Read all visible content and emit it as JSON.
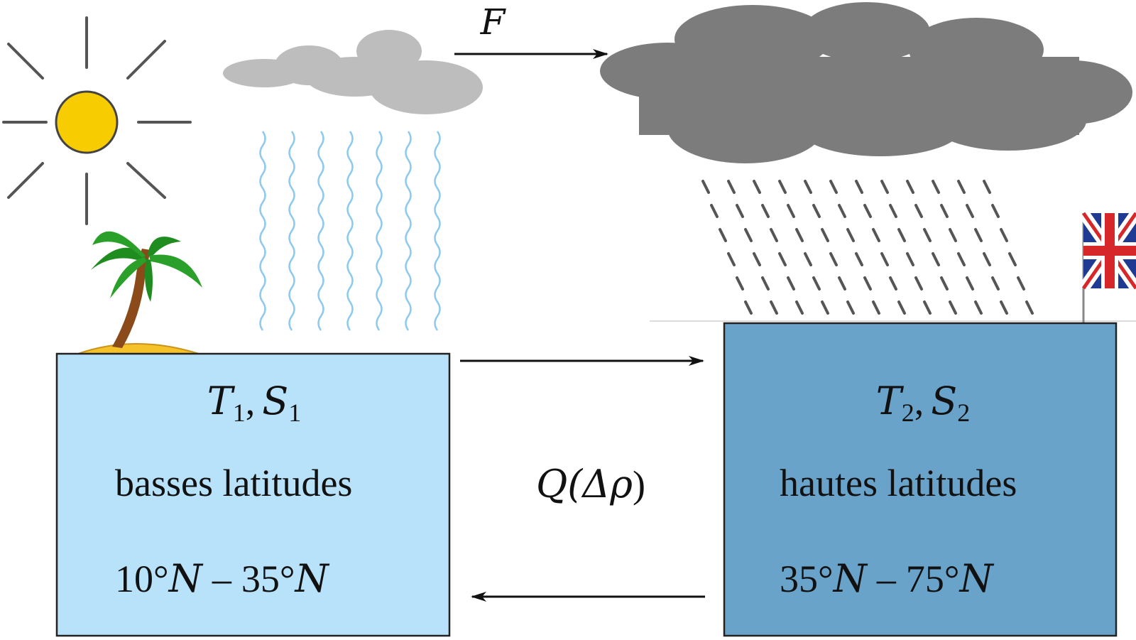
{
  "flux": {
    "top_label": "F",
    "exchange_label_main": "Q(",
    "exchange_label_delta": "Δρ",
    "exchange_label_close": ")"
  },
  "box_low": {
    "T": "T",
    "T_sub": "1",
    "S": "S",
    "S_sub": "1",
    "comma": ",",
    "name": "basses latitudes",
    "range_a": "10°",
    "range_a_unit": "N",
    "range_dash": "–",
    "range_b": "35°",
    "range_b_unit": "N",
    "color": "#b8e2fa"
  },
  "box_high": {
    "T": "T",
    "T_sub": "2",
    "S": "S",
    "S_sub": "2",
    "comma": ",",
    "name": "hautes latitudes",
    "range_a": "35°",
    "range_a_unit": "N",
    "range_dash": "–",
    "range_b": "75°",
    "range_b_unit": "N",
    "color": "#6aa3ca"
  },
  "icons": {
    "sun": "sun-icon",
    "palm": "palm-tree-icon",
    "cloud_small": "light-cloud-icon",
    "cloud_large": "storm-cloud-icon",
    "evaporation": "evaporation-waves-icon",
    "rain": "rain-icon",
    "flag": "uk-flag-icon"
  }
}
